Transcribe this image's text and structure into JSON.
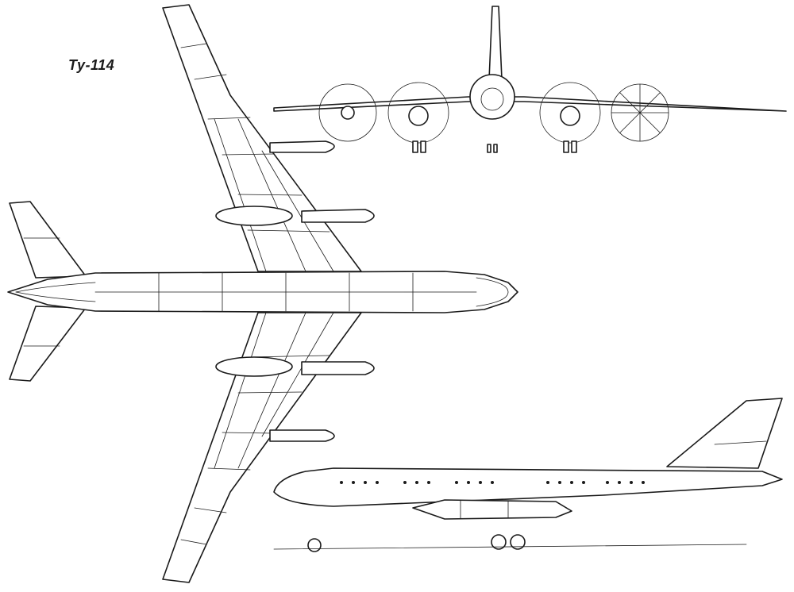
{
  "drawing": {
    "title": "Ту-114",
    "views": [
      "plan-view",
      "front-view",
      "side-view"
    ]
  },
  "colors": {
    "ink": "#1a1a1a",
    "paper": "#ffffff"
  }
}
